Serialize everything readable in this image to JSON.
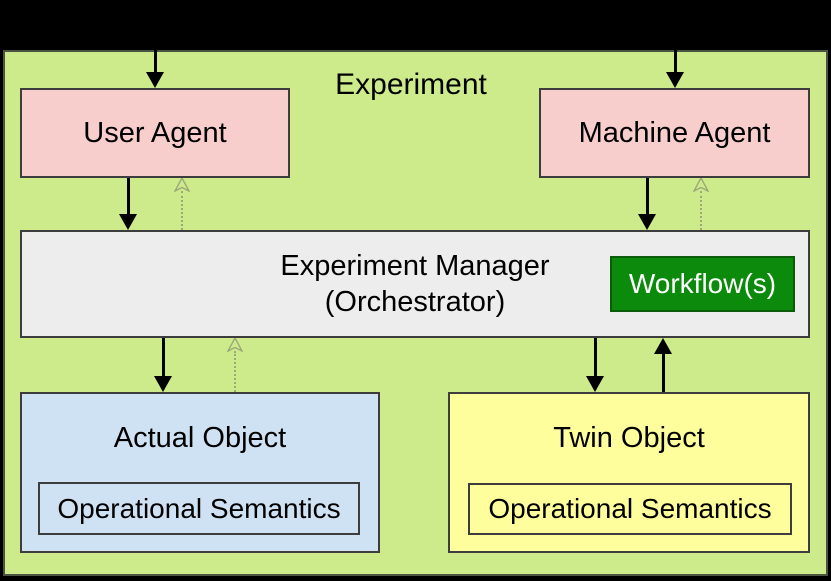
{
  "title": "Experiment",
  "colors": {
    "canvas": "#000000",
    "panel": "#cdeb8b",
    "panel_border": "#4a5440",
    "agent": "#f8cecc",
    "manager": "#ededed",
    "actual": "#cfe2f3",
    "twin": "#feff9c",
    "workflow": "#0c8a0c",
    "workflow_border": "#0a5c0a",
    "box_border": "#3d3d3d",
    "arrow": "#000000",
    "dotted_arrow": "#9ca878",
    "text": "#000000"
  },
  "boxes": {
    "user_agent": {
      "label": "User Agent"
    },
    "machine_agent": {
      "label": "Machine Agent"
    },
    "manager": {
      "label_line1": "Experiment Manager",
      "label_line2": "(Orchestrator)",
      "workflow_label": "Workflow(s)"
    },
    "actual_object": {
      "label": "Actual Object",
      "inner_label": "Operational Semantics"
    },
    "twin_object": {
      "label": "Twin Object",
      "inner_label": "Operational Semantics"
    }
  },
  "arrows": [
    {
      "from": "external-top",
      "to": "User Agent",
      "style": "solid"
    },
    {
      "from": "external-top",
      "to": "Machine Agent",
      "style": "solid"
    },
    {
      "from": "User Agent",
      "to": "Experiment Manager",
      "style": "solid"
    },
    {
      "from": "Experiment Manager",
      "to": "User Agent",
      "style": "dotted"
    },
    {
      "from": "Machine Agent",
      "to": "Experiment Manager",
      "style": "solid"
    },
    {
      "from": "Experiment Manager",
      "to": "Machine Agent",
      "style": "dotted"
    },
    {
      "from": "Experiment Manager",
      "to": "Actual Object",
      "style": "solid"
    },
    {
      "from": "Actual Object",
      "to": "Experiment Manager",
      "style": "dotted"
    },
    {
      "from": "Experiment Manager",
      "to": "Twin Object",
      "style": "solid"
    },
    {
      "from": "Twin Object",
      "to": "Experiment Manager",
      "style": "solid"
    }
  ]
}
